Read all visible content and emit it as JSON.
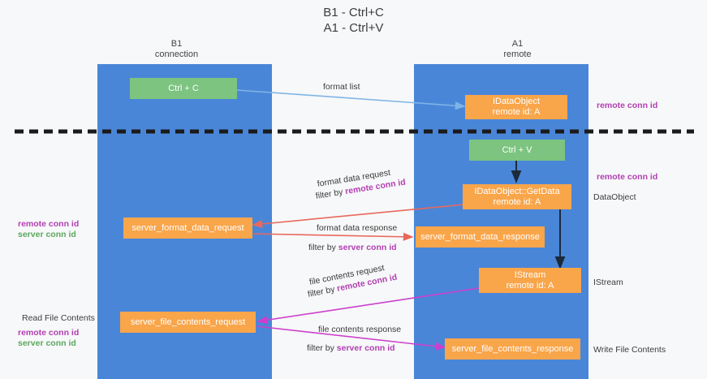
{
  "title": "B1 - Ctrl+C\nA1 - Ctrl+V",
  "lanes": [
    {
      "name": "left-lane",
      "header": "B1\nconnection"
    },
    {
      "name": "right-lane",
      "header": "A1\nremote"
    }
  ],
  "nodes": {
    "ctrl_c": "Ctrl + C",
    "data_object_remote": "IDataObject\nremote id: A",
    "ctrl_v": "Ctrl + V",
    "get_data": "IDataObject::GetData\nremote id: A",
    "server_format_data_request": "server_format_data_request",
    "server_format_data_response": "server_format_data_response",
    "istream": "IStream\nremote id: A",
    "server_file_contents_request": "server_file_contents_request",
    "server_file_contents_response": "server_file_contents_response"
  },
  "edges": {
    "format_list": "format list",
    "format_data_request": "format data request",
    "format_data_request_filter_prefix": "filter by ",
    "format_data_request_filter_key": "remote conn id",
    "format_data_response": "format data response",
    "format_data_response_filter_prefix": "filter by ",
    "format_data_response_filter_key": "server conn id",
    "file_contents_request": "file contents request",
    "file_contents_request_filter_prefix": "filter by ",
    "file_contents_request_filter_key": "remote conn id",
    "file_contents_response": "file contents response",
    "file_contents_response_filter_prefix": "filter by ",
    "file_contents_response_filter_key": "server conn id"
  },
  "annotations": {
    "right_top_remote_conn_id": "remote conn id",
    "right_mid_remote_conn_id": "remote conn id",
    "right_data_object": "DataObject",
    "right_istream": "IStream",
    "right_write_file_contents": "Write File Contents",
    "left_ids_remote": "remote conn id",
    "left_ids_server": "server conn id",
    "left_read_file_contents": "Read File Contents",
    "left_ids2_remote": "remote conn id",
    "left_ids2_server": "server conn id"
  },
  "colors": {
    "lane": "#4a86d8",
    "node_orange": "#f9a54a",
    "node_green": "#7cc47f",
    "arrow_blue": "#7fb4e6",
    "arrow_red": "#e8685d",
    "arrow_magenta": "#cc3fcc",
    "arrow_dark": "#1b2a3a",
    "divider": "#1b1b1b",
    "highlight_purple": "#b23fb2",
    "highlight_green": "#5aa85e",
    "background": "#f7f8f9"
  }
}
